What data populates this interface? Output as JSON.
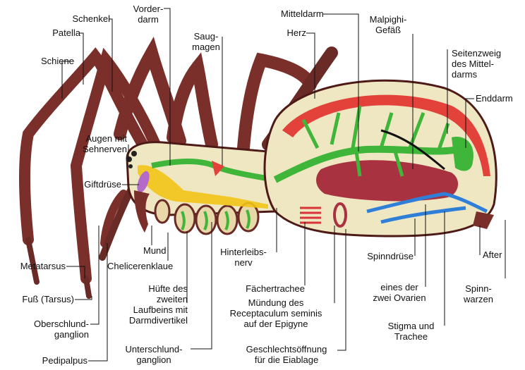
{
  "labels": {
    "schenkel": "Schenkel",
    "patella": "Patella",
    "schiene": "Schiene",
    "vorderdarm": "Vorder-\ndarm",
    "saugmagen": "Saug-\nmagen",
    "mitteldarm": "Mitteldarm",
    "herz": "Herz",
    "malpighi": "Malpighi-\nGefäß",
    "seitenzweig": "Seitenzweig\ndes Mittel-\ndarms",
    "enddarm": "Enddarm",
    "augen": "Augen mit\nSehnerven",
    "giftdruese": "Giftdrüse",
    "metatarsus": "Metatarsus",
    "fuss": "Fuß (Tarsus)",
    "oberschlund": "Oberschlund-\nganglion",
    "pedipalpus": "Pedipalpus",
    "mund": "Mund",
    "chelicerenklaue": "Chelicerenklaue",
    "huefte": "Hüfte des\nzweiten\nLaufbeins mit\nDarmdivertikel",
    "unterschlund": "Unterschlund-\nganglion",
    "hinterleibsnerv": "Hinterleibs-\nnerv",
    "faechertrachee": "Fächertrachee",
    "muendung": "Mündung des\nReceptaculum seminis\nauf der Epigyne",
    "geschlecht": "Geschlechtsöffnung\nfür die Eiablage",
    "spinndruese": "Spinndrüse",
    "ovarien": "eines der\nzwei Ovarien",
    "stigma": "Stigma und\nTrachee",
    "after": "After",
    "spinnwarzen": "Spinn-\nwarzen"
  },
  "colors": {
    "leg": "#7a2f2a",
    "leg_dark": "#4e1a17",
    "body_fill": "#efe6c2",
    "heart": "#e2423a",
    "gut": "#3fb63a",
    "ovary": "#a8323f",
    "nerve": "#f2c418",
    "silk_gland": "#2f7fd8",
    "venom": "#b46ac8",
    "trachea": "#d8343a",
    "cuticle": "#6a2a26"
  }
}
